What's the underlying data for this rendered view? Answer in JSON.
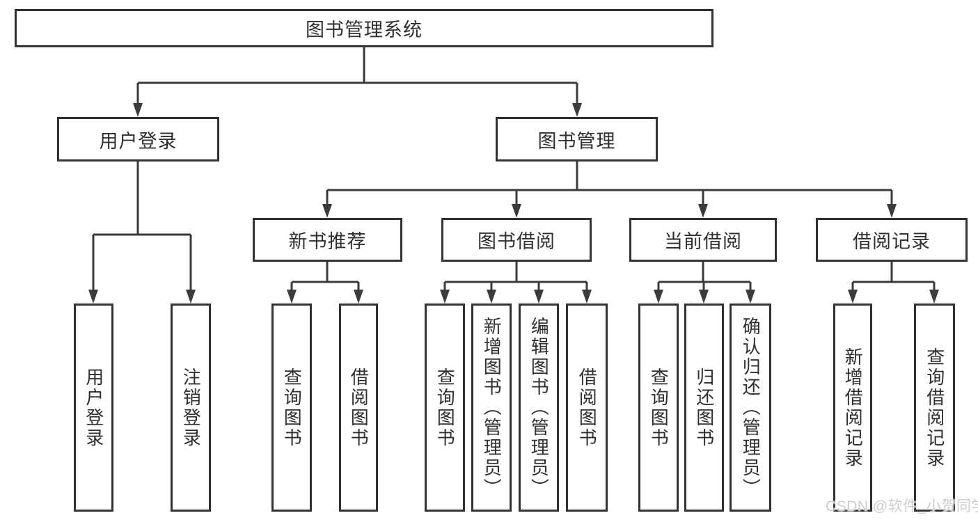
{
  "diagram_title": "图书管理系统",
  "watermark": "CSDN @软件_小贺同学",
  "colors": {
    "box_border": "#333333",
    "connector_line": "#3b3b3b",
    "text": "#2f2f2f",
    "background": "#ffffff",
    "watermark": "#cacaca"
  },
  "tree": {
    "root": {
      "label": "图书管理系统",
      "children": [
        {
          "label": "用户登录",
          "children": [
            {
              "label": "用户登录"
            },
            {
              "label": "注销登录"
            }
          ]
        },
        {
          "label": "图书管理",
          "children": [
            {
              "label": "新书推荐",
              "children": [
                {
                  "label": "查询图书"
                },
                {
                  "label": "借阅图书"
                }
              ]
            },
            {
              "label": "图书借阅",
              "children": [
                {
                  "label": "查询图书"
                },
                {
                  "label": "新增图书（管理员）"
                },
                {
                  "label": "编辑图书（管理员）"
                },
                {
                  "label": "借阅图书"
                }
              ]
            },
            {
              "label": "当前借阅",
              "children": [
                {
                  "label": "查询图书"
                },
                {
                  "label": "归还图书"
                },
                {
                  "label": "确认归还（管理员）"
                }
              ]
            },
            {
              "label": "借阅记录",
              "children": [
                {
                  "label": "新增借阅记录"
                },
                {
                  "label": "查询借阅记录"
                }
              ]
            }
          ]
        }
      ]
    }
  }
}
